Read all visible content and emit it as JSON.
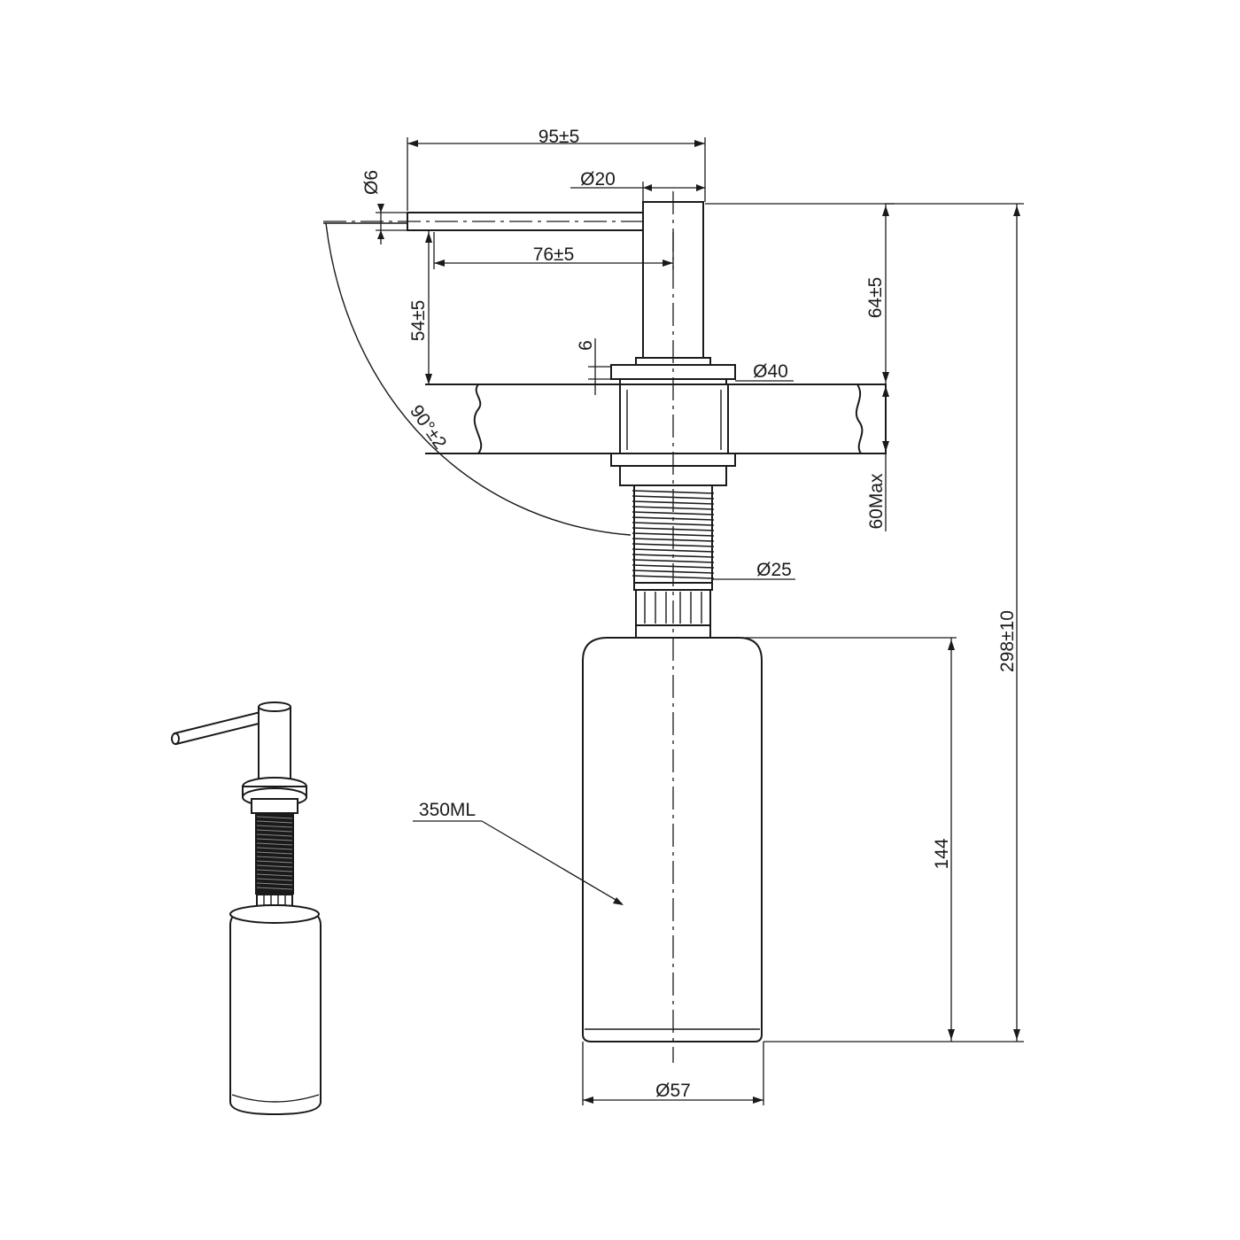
{
  "dimensions": {
    "spout_length": "95±5",
    "spout_diameter": "Ø6",
    "head_diameter": "Ø20",
    "spout_reach": "76±5",
    "spout_height": "54±5",
    "head_height": "64±5",
    "flange_thickness": "6",
    "flange_diameter": "Ø40",
    "swivel_angle": "90°±2",
    "max_counter_thickness": "60Max",
    "shank_diameter": "Ø25",
    "overall_height": "298±10",
    "bottle_height": "144",
    "bottle_diameter": "Ø57"
  },
  "callouts": {
    "bottle_capacity": "350ML"
  }
}
